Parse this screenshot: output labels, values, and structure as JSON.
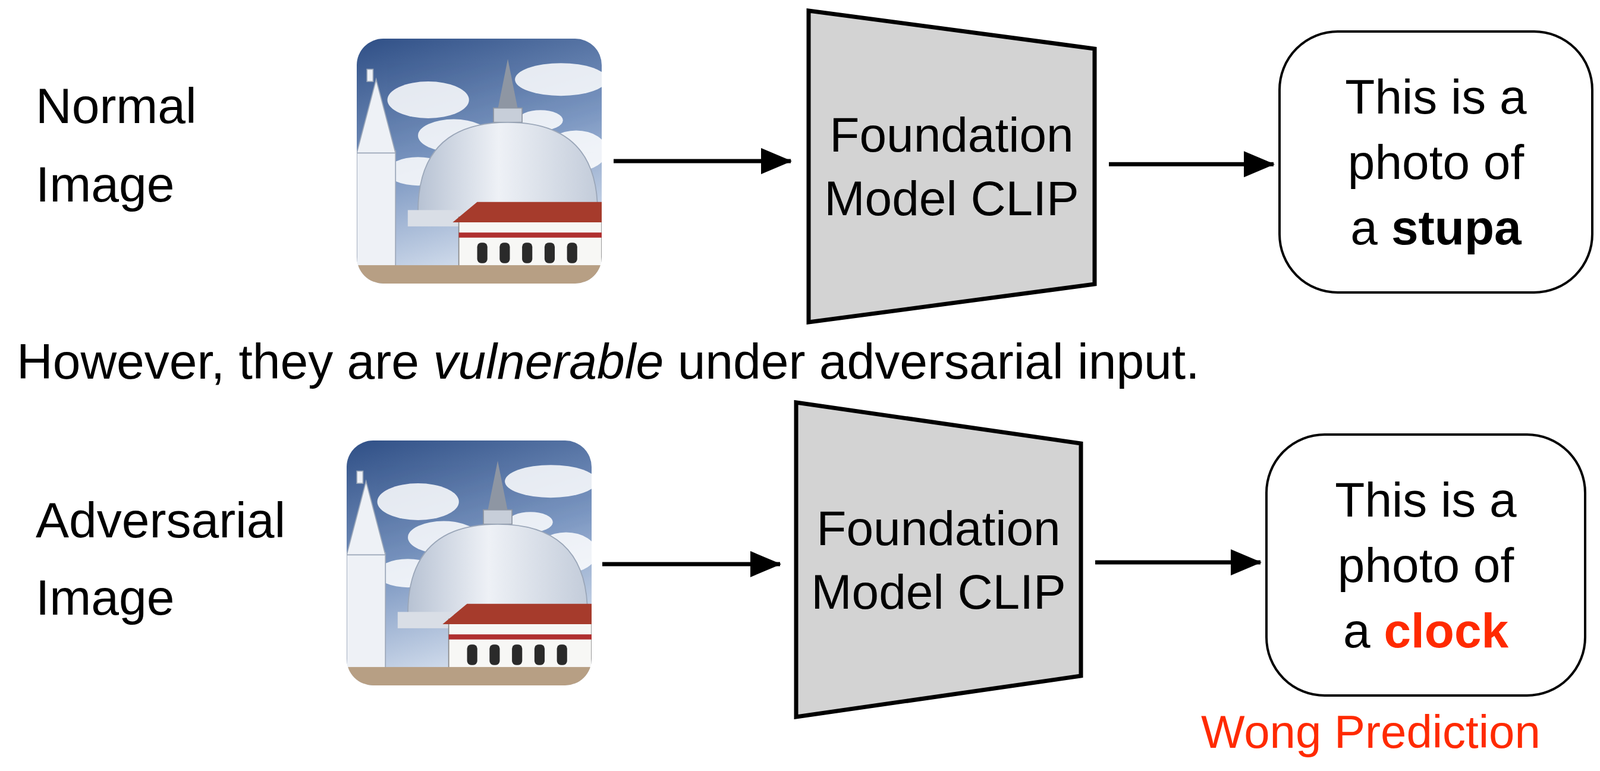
{
  "diagram": {
    "nodes": [
      {
        "text": [
          "Foundation Model CLIP"
        ]
      },
      {
        "text": [
          "This is a photo of a",
          "stupa"
        ]
      },
      {
        "text": [
          "Foundation Model CLIP"
        ]
      },
      {
        "text": [
          "This is a photo of a",
          "clock"
        ]
      }
    ],
    "edges": [
      {
        "from": 0,
        "to": 1,
        "arrow": "to"
      },
      {
        "from": 2,
        "to": 3,
        "arrow": "to"
      }
    ],
    "labels": [
      "Normal Image",
      "However,  they are",
      "vulnerable",
      "under adversarial input.",
      "Adversarial Image",
      "Wong Prediction"
    ]
  }
}
